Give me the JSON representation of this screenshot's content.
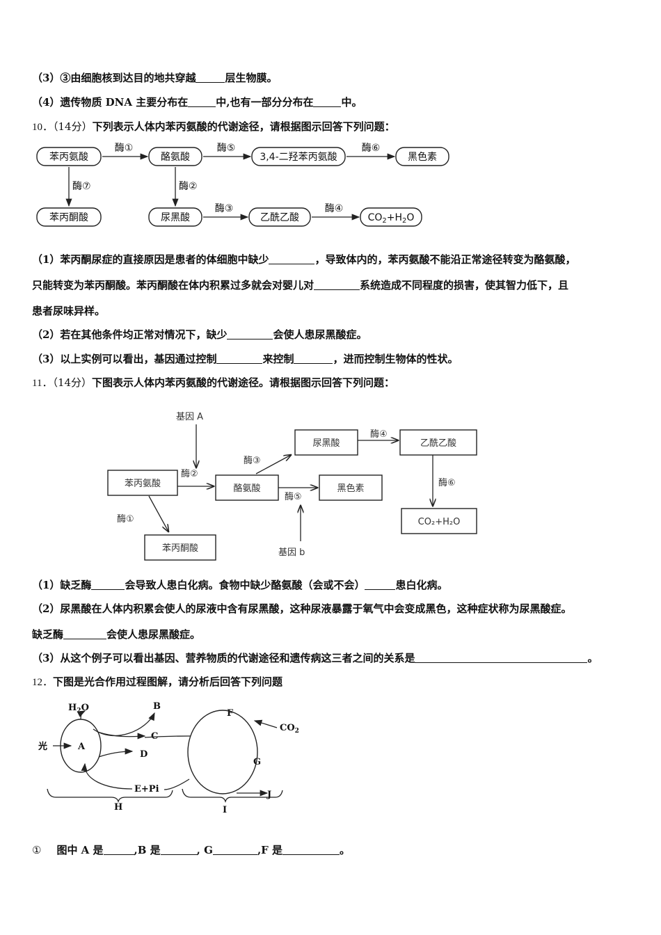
{
  "q9": {
    "l3": {
      "pre": "（3）③由细胞核到达目的地共穿越",
      "post": "层生物膜。"
    },
    "l4": {
      "pre": "（4）遗传物质 DNA 主要分布在",
      "mid": "中,也有一部分分布在",
      "post": "中。"
    }
  },
  "q10": {
    "num": "10．",
    "pts": "（14分）",
    "title": "下列表示人体内苯丙氨酸的代谢途径，请根据图示回答下列问题：",
    "diagram": {
      "nodes": {
        "phe": "苯丙氨酸",
        "tyr": "酪氨酸",
        "dopa": "3,4-二羟苯丙氨酸",
        "mel": "黑色素",
        "ppa": "苯丙酮酸",
        "hga": "尿黑酸",
        "aca": "乙酰乙酸",
        "co2_a": "CO",
        "co2_b": "2",
        "co2_c": "+H",
        "co2_d": "2",
        "co2_e": "O"
      },
      "enzymes": {
        "e1": "酶①",
        "e5": "酶⑤",
        "e6": "酶⑥",
        "e7": "酶⑦",
        "e2": "酶②",
        "e3": "酶③",
        "e4": "酶④"
      }
    },
    "p1": {
      "a": "（1）苯丙酮尿症的直接原因是患者的体细胞中缺少",
      "b": "，导致体内的，苯丙氨酸不能沿正常途径转变为酪氨酸，",
      "c": "只能转变为苯丙酮酸。苯丙酮酸在体内积累过多就会对婴儿对",
      "d": "系统造成不同程度的损害，使其智力低下，且",
      "e": "患者尿味异样。"
    },
    "p2": {
      "a": "（2）若在其他条件均正常对情况下，缺少",
      "b": "会使人患尿黑酸症。"
    },
    "p3": {
      "a": "（3）以上实例可以看出，基因通过控制",
      "b": "来控制",
      "c": "，进而控制生物体的性状。"
    }
  },
  "q11": {
    "num": "11．",
    "pts": "（14分）",
    "title": "下图表示人体内苯丙氨酸的代谢途径。请根据图示回答下列问题：",
    "diagram": {
      "geneA": "基因 A",
      "geneb": "基因 b",
      "phe": "苯丙氨酸",
      "tyr": "酪氨酸",
      "hga": "尿黑酸",
      "aca": "乙酰乙酸",
      "mel": "黑色素",
      "ppa": "苯丙酮酸",
      "co2": "CO₂+H₂O",
      "e1": "酶①",
      "e2": "酶②",
      "e3": "酶③",
      "e4": "酶④",
      "e5": "酶⑤",
      "e6": "酶⑥"
    },
    "p1": {
      "a": "（1）缺乏酶",
      "b": "会导致人患白化病。食物中缺少酪氨酸（会或不会）",
      "c": "患白化病。"
    },
    "p2": {
      "a": "（2）尿黑酸在人体内积累会使人的尿液中含有尿黑酸，这种尿液暴露于氧气中会变成黑色，这种症状称为尿黑酸症。",
      "b": "缺乏酶",
      "c": "会使人患尿黑酸症。"
    },
    "p3": {
      "a": "（3）从这个例子可以看出基因、营养物质的代谢途径和遗传病这三者之间的关系是",
      "b": "。"
    }
  },
  "q12": {
    "num": "12．",
    "title": "下图是光合作用过程图解，请分析后回答下列问题",
    "diagram": {
      "h2o_a": "H",
      "h2o_b": "2",
      "h2o_c": "O",
      "B": "B",
      "C": "C",
      "D": "D",
      "A": "A",
      "light": "光",
      "EPi": "E+Pi",
      "F": "F",
      "G": "G",
      "J": "J",
      "H": "H",
      "I": "I",
      "co2_a": "CO",
      "co2_b": "2"
    },
    "q1": {
      "mark": "①",
      "a": "图中 A 是",
      "b": ",B 是",
      "c": ", G",
      "d": ",F 是",
      "e": "。"
    }
  }
}
